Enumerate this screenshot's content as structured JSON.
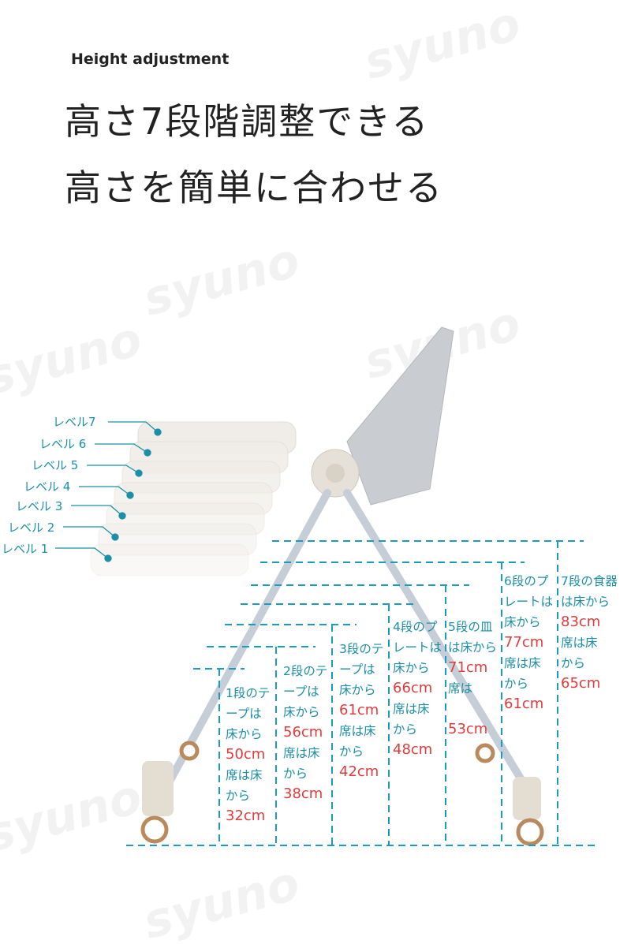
{
  "watermark": "syuno",
  "subtitle": "Height adjustment",
  "title_lines": [
    "高さ7段階調整できる",
    "高さを簡単に合わせる"
  ],
  "levels": [
    "レベル7",
    "レベル 6",
    "レベル 5",
    "レベル 4",
    "レベル 3",
    "レベル 2",
    "レベル 1"
  ],
  "columns": [
    {
      "lines": [
        {
          "text": "1段のテ",
          "c": "t"
        },
        {
          "text": "ープは",
          "c": "t"
        },
        {
          "text": "床から",
          "c": "t"
        },
        {
          "text": "50cm",
          "c": "r"
        },
        {
          "text": "席は床",
          "c": "t"
        },
        {
          "text": "から",
          "c": "t"
        },
        {
          "text": "32cm",
          "c": "r"
        }
      ]
    },
    {
      "lines": [
        {
          "text": "2段のテ",
          "c": "t"
        },
        {
          "text": "ープは",
          "c": "t"
        },
        {
          "text": "床から",
          "c": "t"
        },
        {
          "text": "56cm",
          "c": "r"
        },
        {
          "text": "席は床",
          "c": "t"
        },
        {
          "text": "から",
          "c": "t"
        },
        {
          "text": "38cm",
          "c": "r"
        }
      ]
    },
    {
      "lines": [
        {
          "text": "3段のテ",
          "c": "t"
        },
        {
          "text": "ープは",
          "c": "t"
        },
        {
          "text": "床から",
          "c": "t"
        },
        {
          "text": "61cm",
          "c": "r"
        },
        {
          "text": "席は床",
          "c": "t"
        },
        {
          "text": "から",
          "c": "t"
        },
        {
          "text": "42cm",
          "c": "r"
        }
      ]
    },
    {
      "lines": [
        {
          "text": "4段のプ",
          "c": "t"
        },
        {
          "text": "レートは",
          "c": "t"
        },
        {
          "text": "床から",
          "c": "t"
        },
        {
          "text": "66cm",
          "c": "r"
        },
        {
          "text": "席は床",
          "c": "t"
        },
        {
          "text": "から",
          "c": "t"
        },
        {
          "text": "48cm",
          "c": "r"
        }
      ]
    },
    {
      "lines": [
        {
          "text": "5段の皿",
          "c": "t"
        },
        {
          "text": "は床から",
          "c": "t"
        },
        {
          "text": "71cm",
          "c": "r"
        },
        {
          "text": "席は",
          "c": "t"
        },
        {
          "text": "",
          "c": "t"
        },
        {
          "text": "53cm",
          "c": "r"
        }
      ]
    },
    {
      "lines": [
        {
          "text": "6段のプ",
          "c": "t"
        },
        {
          "text": "レートは",
          "c": "t"
        },
        {
          "text": "床から",
          "c": "t"
        },
        {
          "text": "77cm",
          "c": "r"
        },
        {
          "text": "席は床",
          "c": "t"
        },
        {
          "text": "から",
          "c": "t"
        },
        {
          "text": "61cm",
          "c": "r"
        }
      ]
    },
    {
      "lines": [
        {
          "text": "7段の食器",
          "c": "t"
        },
        {
          "text": "は床から",
          "c": "t"
        },
        {
          "text": "83cm",
          "c": "r"
        },
        {
          "text": "席は床",
          "c": "t"
        },
        {
          "text": "から",
          "c": "t"
        },
        {
          "text": "65cm",
          "c": "r"
        }
      ]
    }
  ],
  "colors": {
    "teal": "#1b8fa8",
    "red": "#e33b3b",
    "text": "#222222"
  }
}
